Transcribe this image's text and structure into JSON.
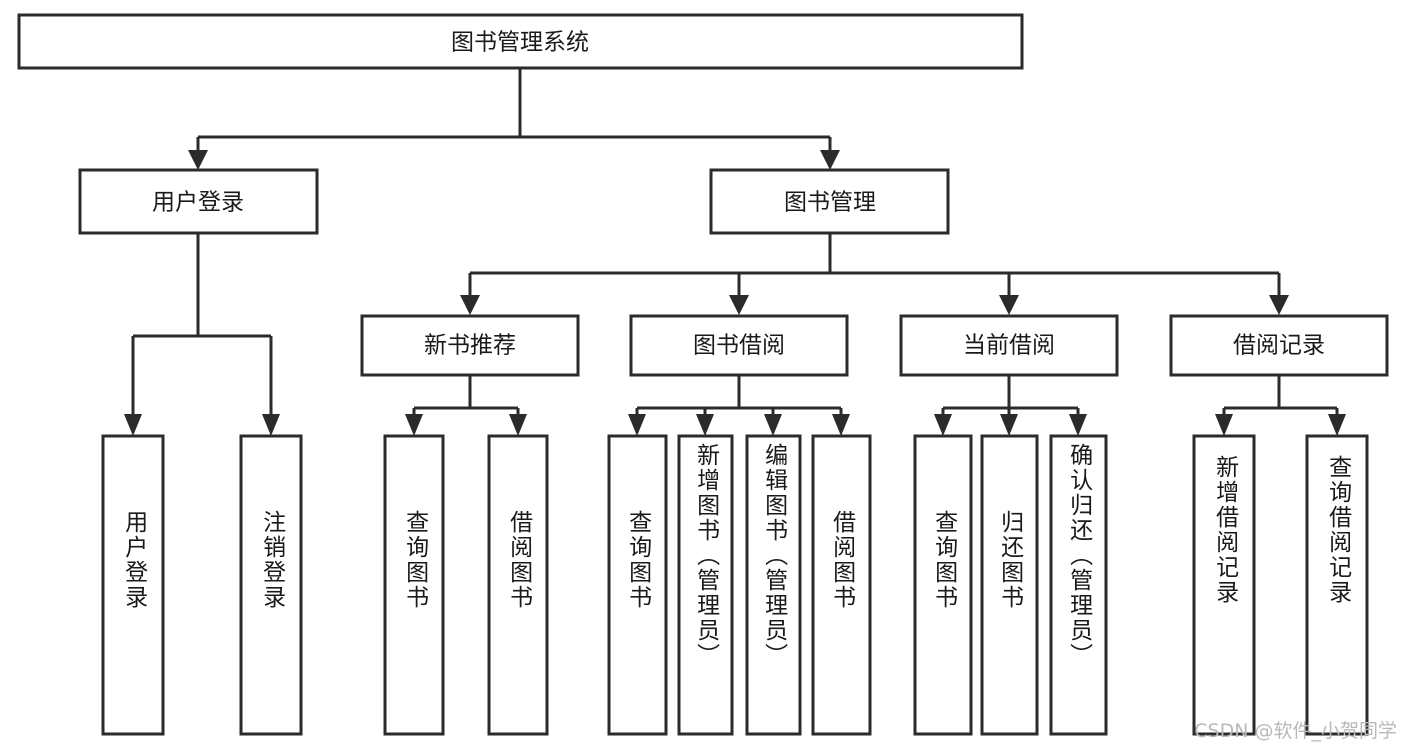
{
  "diagram": {
    "title": "图书管理系统",
    "type": "tree-hierarchy-diagram",
    "watermark": "CSDN @软件_小贺同学",
    "colors": {
      "stroke": "#2b2b2b",
      "fill": "#ffffff",
      "text": "#1a1a1a",
      "watermark": "#b9b9b9"
    },
    "levels": {
      "root": {
        "label": "图书管理系统"
      },
      "level2": [
        {
          "id": "user-login",
          "label": "用户登录"
        },
        {
          "id": "book-management",
          "label": "图书管理"
        }
      ],
      "level3": [
        {
          "id": "new-book-recommend",
          "label": "新书推荐",
          "parent": "book-management"
        },
        {
          "id": "book-borrow",
          "label": "图书借阅",
          "parent": "book-management"
        },
        {
          "id": "current-borrow",
          "label": "当前借阅",
          "parent": "book-management"
        },
        {
          "id": "borrow-record",
          "label": "借阅记录",
          "parent": "book-management"
        }
      ],
      "leaves": [
        {
          "id": "leaf-user-login",
          "label": "用户登录",
          "parent": "user-login"
        },
        {
          "id": "leaf-logout",
          "label": "注销登录",
          "parent": "user-login"
        },
        {
          "id": "leaf-query-book-rec",
          "label": "查询图书",
          "parent": "new-book-recommend"
        },
        {
          "id": "leaf-borrow-book-rec",
          "label": "借阅图书",
          "parent": "new-book-recommend"
        },
        {
          "id": "leaf-query-book-borrow",
          "label": "查询图书",
          "parent": "book-borrow"
        },
        {
          "id": "leaf-add-book",
          "label": "新增图书（管理员）",
          "parent": "book-borrow"
        },
        {
          "id": "leaf-edit-book",
          "label": "编辑图书（管理员）",
          "parent": "book-borrow"
        },
        {
          "id": "leaf-borrow-book",
          "label": "借阅图书",
          "parent": "book-borrow"
        },
        {
          "id": "leaf-query-book-current",
          "label": "查询图书",
          "parent": "current-borrow"
        },
        {
          "id": "leaf-return-book",
          "label": "归还图书",
          "parent": "current-borrow"
        },
        {
          "id": "leaf-confirm-return",
          "label": "确认归还（管理员）",
          "parent": "current-borrow"
        },
        {
          "id": "leaf-add-record",
          "label": "新增借阅记录",
          "parent": "borrow-record"
        },
        {
          "id": "leaf-query-record",
          "label": "查询借阅记录",
          "parent": "borrow-record"
        }
      ]
    }
  }
}
